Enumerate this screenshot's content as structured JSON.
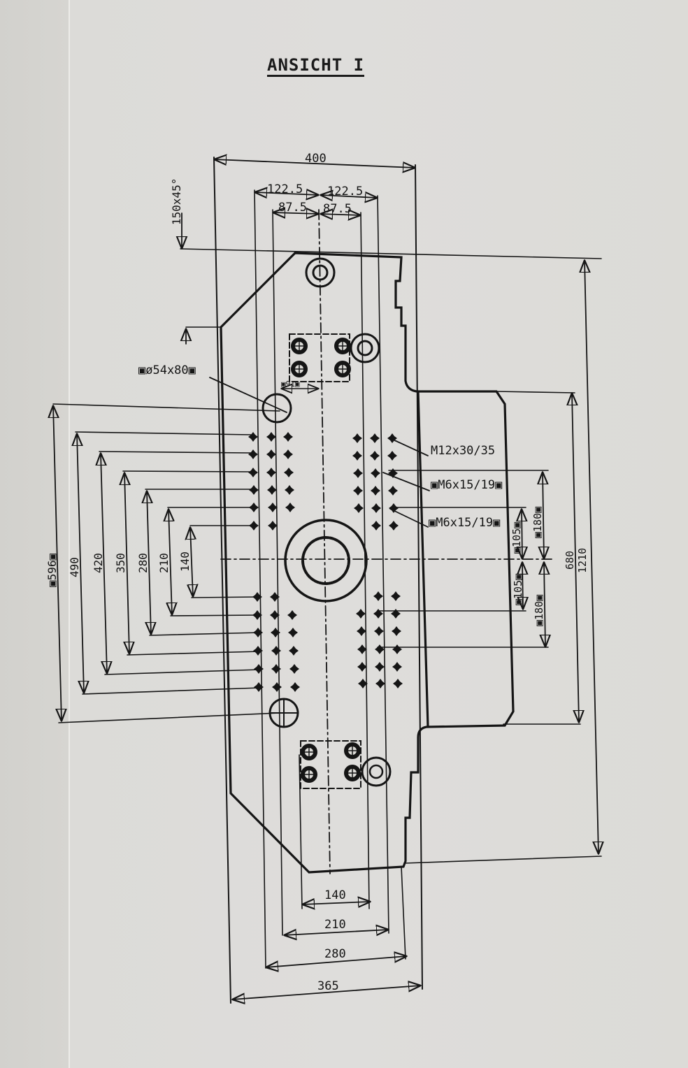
{
  "title": "ANSICHT I",
  "colors": {
    "paper": "#dcdbd7",
    "ink": "#151515"
  },
  "dimensions": {
    "top": {
      "overall_width": "400",
      "left_half_outer": "122.5",
      "right_half_outer": "122.5",
      "left_half_inner": "87.5",
      "right_half_inner": "87.5"
    },
    "chamfer": "150x45°",
    "hole_callout": "▣ø54x80▣",
    "small_offset": "▣91▣",
    "left_vertical": [
      "▣596▣",
      "490",
      "420",
      "350",
      "280",
      "210",
      "140"
    ],
    "right_thread_labels": [
      "M12x30/35",
      "▣M6x15/19▣",
      "▣M6x15/19▣"
    ],
    "right_small": [
      "▣105▣",
      "▣105▣",
      "▣180▣",
      "▣180▣"
    ],
    "right_overall": [
      "680",
      "1210"
    ],
    "bottom": [
      "140",
      "210",
      "280",
      "365"
    ]
  }
}
